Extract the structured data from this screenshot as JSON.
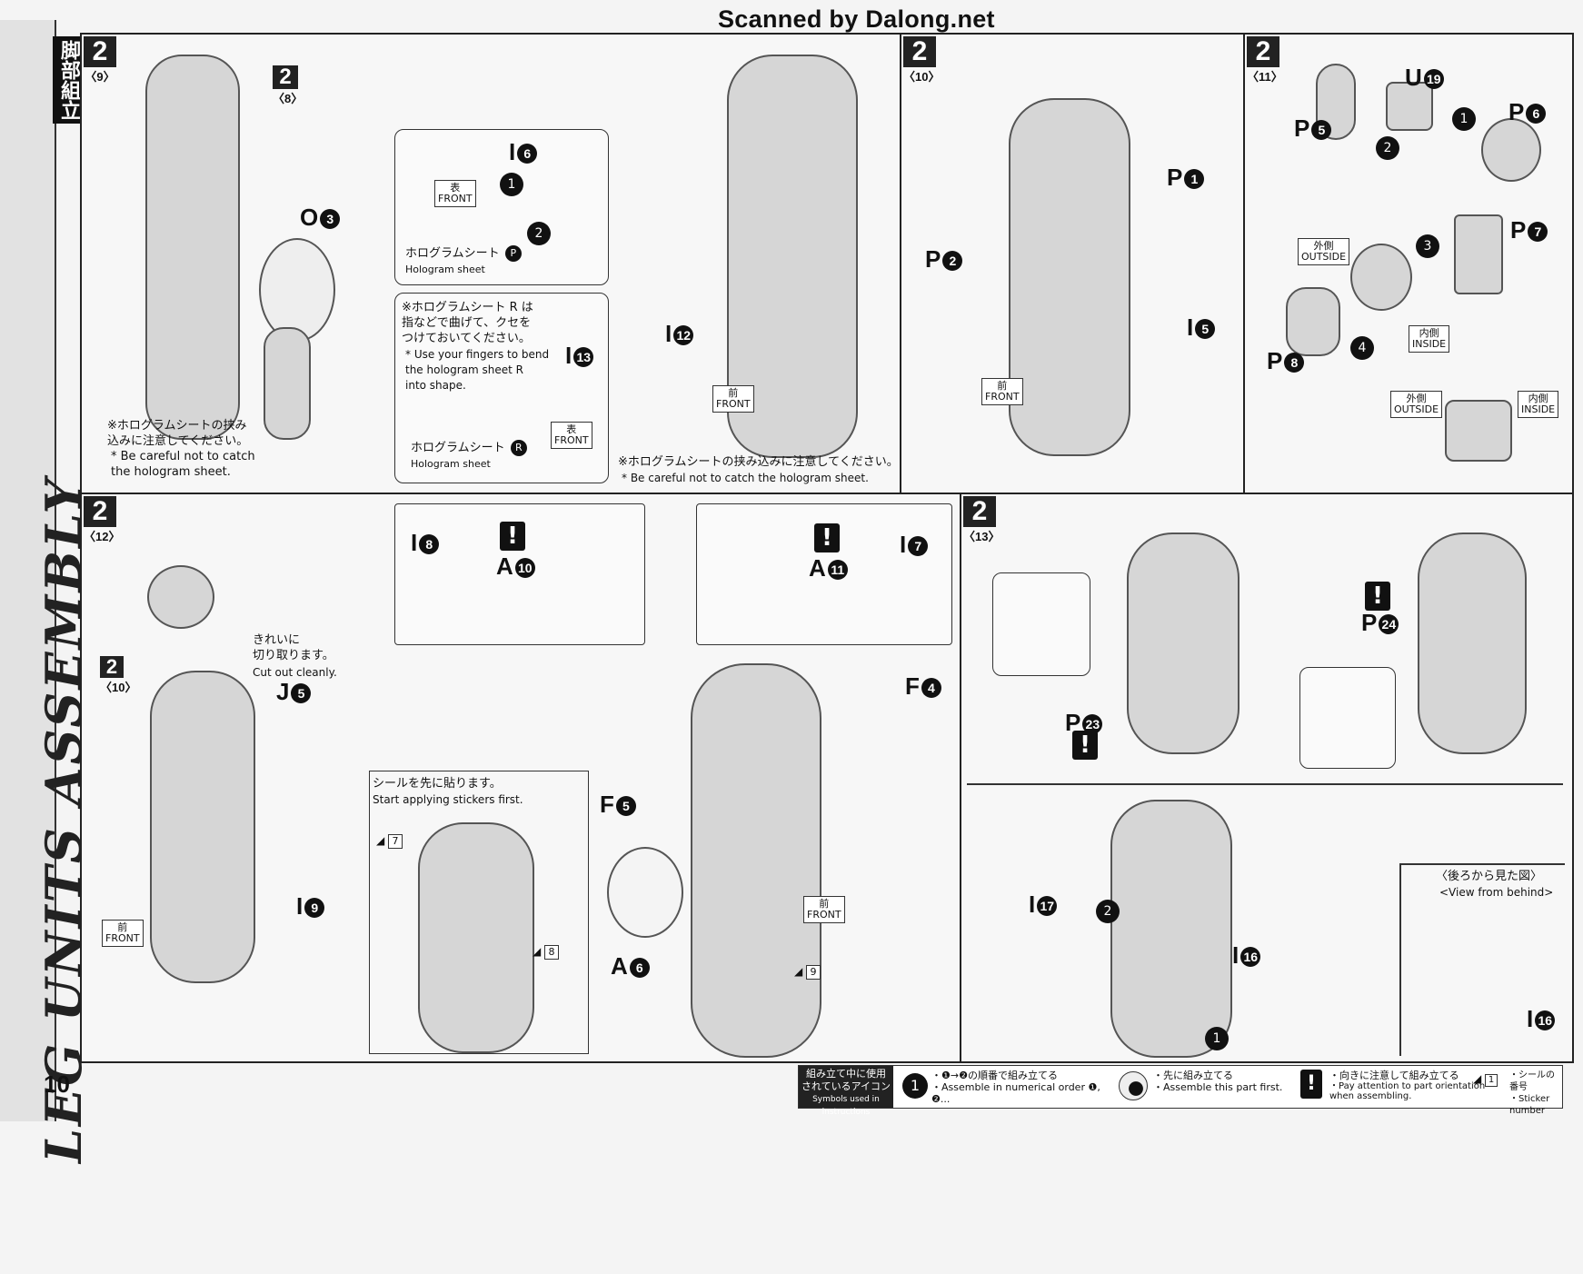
{
  "watermark": "Scanned by Dalong.net",
  "sidebar": {
    "title_jp": "脚部組立",
    "title_en": "LEG UNITS ASSEMBLY"
  },
  "page_number": "10",
  "steps": {
    "s9": {
      "num": "2",
      "sub": "〈9〉"
    },
    "s8": {
      "num": "2",
      "sub": "〈8〉"
    },
    "s10": {
      "num": "2",
      "sub": "〈10〉"
    },
    "s11": {
      "num": "2",
      "sub": "〈11〉"
    },
    "s12": {
      "num": "2",
      "sub": "〈12〉"
    },
    "s12_ref": {
      "num": "2",
      "sub": "〈10〉"
    },
    "s13": {
      "num": "2",
      "sub": "〈13〉"
    }
  },
  "parts": {
    "O3": {
      "letter": "O",
      "n": "3"
    },
    "I6": {
      "letter": "I",
      "n": "6"
    },
    "I12": {
      "letter": "I",
      "n": "12"
    },
    "I13": {
      "letter": "I",
      "n": "13"
    },
    "P1": {
      "letter": "P",
      "n": "1"
    },
    "P2": {
      "letter": "P",
      "n": "2"
    },
    "I5": {
      "letter": "I",
      "n": "5"
    },
    "P5": {
      "letter": "P",
      "n": "5"
    },
    "U19": {
      "letter": "U",
      "n": "19"
    },
    "P6": {
      "letter": "P",
      "n": "6"
    },
    "P7": {
      "letter": "P",
      "n": "7"
    },
    "P8": {
      "letter": "P",
      "n": "8"
    },
    "J5": {
      "letter": "J",
      "n": "5"
    },
    "I9": {
      "letter": "I",
      "n": "9"
    },
    "I8": {
      "letter": "I",
      "n": "8"
    },
    "A10": {
      "letter": "A",
      "n": "10"
    },
    "A11": {
      "letter": "A",
      "n": "11"
    },
    "I7": {
      "letter": "I",
      "n": "7"
    },
    "F4": {
      "letter": "F",
      "n": "4"
    },
    "F5": {
      "letter": "F",
      "n": "5"
    },
    "A6": {
      "letter": "A",
      "n": "6"
    },
    "P23": {
      "letter": "P",
      "n": "23"
    },
    "P24": {
      "letter": "P",
      "n": "24"
    },
    "I17": {
      "letter": "I",
      "n": "17"
    },
    "I16a": {
      "letter": "I",
      "n": "16"
    },
    "I16b": {
      "letter": "I",
      "n": "16"
    }
  },
  "notes": {
    "hologram_catch_jp": "※ホログラムシートの挟み\n込みに注意してください。",
    "hologram_catch_en": "* Be careful not to catch\nthe hologram sheet.",
    "hologram_P_jp": "ホログラムシート",
    "hologram_P_en": "Hologram sheet",
    "hologram_P_mark": "P",
    "bend_jp": "※ホログラムシート R は\n指などで曲げて、クセを\nつけておいてください。",
    "bend_en": "* Use your fingers to bend\nthe hologram sheet R\ninto shape.",
    "hologram_R_jp": "ホログラムシート",
    "hologram_R_en": "Hologram sheet",
    "hologram_R_mark": "R",
    "hologram_catch2_jp": "※ホログラムシートの挟み込みに注意してください。",
    "hologram_catch2_en": "* Be careful not to catch the hologram sheet.",
    "cut_jp": "きれいに\n切り取ります。",
    "cut_en": "Cut out cleanly.",
    "sticker_jp": "シールを先に貼ります。",
    "sticker_en": "Start applying stickers first.",
    "behind_jp": "〈後ろから見た図〉",
    "behind_en": "<View from behind>"
  },
  "chips": {
    "front_jp": "前",
    "front_en": "FRONT",
    "omote_jp": "表",
    "outside_jp": "外側",
    "outside_en": "OUTSIDE",
    "inside_jp": "内側",
    "inside_en": "INSIDE"
  },
  "order": [
    "1",
    "2",
    "3",
    "4"
  ],
  "stickers": [
    "7",
    "8",
    "9"
  ],
  "warn_mark": "!",
  "legend": {
    "title_jp": "組み立て中に使用\nされているアイコン",
    "title_en": "Symbols used in instructions",
    "order_jp": "・❶→❷の順番で組み立てる",
    "order_en": "・Assemble in numerical order ❶, ❷...",
    "first_jp": "・先に組み立てる",
    "first_en": "・Assemble this part first.",
    "attn_jp": "・向きに注意して組み立てる",
    "attn_en": "・Pay attention to part orientation\nwhen assembling.",
    "sticker_jp": "・シールの番号",
    "sticker_en": "・Sticker number",
    "sticker_sample": "1",
    "order_icon": "1"
  }
}
